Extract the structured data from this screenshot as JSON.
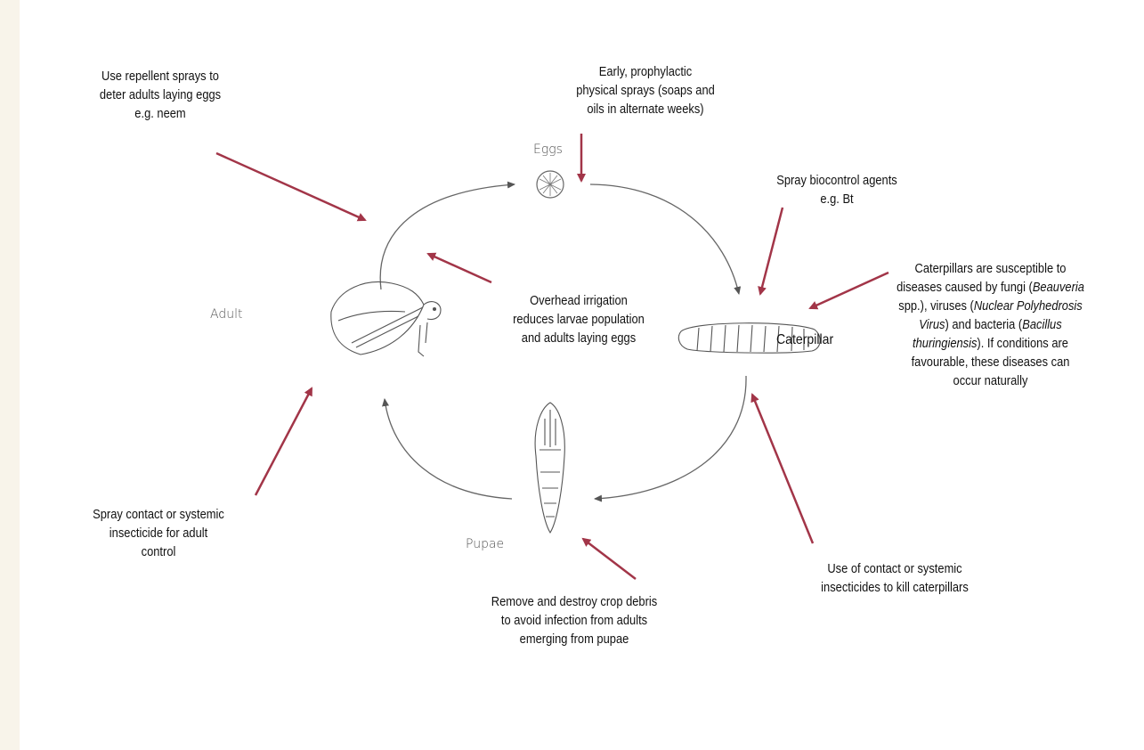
{
  "stages": {
    "eggs": "Eggs",
    "caterpillar": "Caterpillar",
    "pupae": "Pupae",
    "adult": "Adult"
  },
  "notes": {
    "repellent": [
      "Use repellent sprays to",
      "deter adults laying eggs",
      "e.g. neem"
    ],
    "prophylactic": [
      "Early, prophylactic",
      "physical sprays (soaps and",
      "oils in alternate weeks)"
    ],
    "biocontrol": [
      "Spray biocontrol agents",
      "e.g. Bt"
    ],
    "diseases": {
      "l1": "Caterpillars are susceptible to",
      "l2a": "diseases caused by fungi (",
      "l2b": "Beauveria",
      "l3a": "spp.), viruses (",
      "l3b": "Nuclear Polyhedrosis",
      "l4a": "Virus",
      "l4b": ") and bacteria (",
      "l4c": "Bacillus",
      "l5a": "thuringiensis",
      "l5b": "). If conditions are",
      "l6": "favourable, these diseases can",
      "l7": "occur naturally"
    },
    "irrigation": [
      "Overhead irrigation",
      "reduces larvae population",
      "and adults laying eggs"
    ],
    "adult_spray": [
      "Spray contact or systemic",
      "insecticide for adult",
      "control"
    ],
    "debris": [
      "Remove and destroy crop debris",
      "to avoid infection from adults",
      "emerging from pupae"
    ],
    "caterpillar_spray": [
      "Use of contact or systemic",
      "insecticides to kill caterpillars"
    ]
  },
  "colors": {
    "arrow": "#a23548",
    "cycle": "#555555",
    "background_strip": "#f8f4ea"
  }
}
